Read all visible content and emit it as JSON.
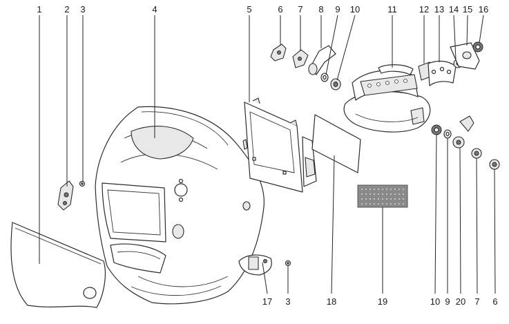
{
  "figure": {
    "callouts_top": [
      "1",
      "2",
      "3",
      "4",
      "5",
      "6",
      "7",
      "8",
      "9",
      "10",
      "11",
      "12",
      "13",
      "14",
      "15",
      "16"
    ],
    "callouts_bottom": [
      "17",
      "3",
      "18",
      "19",
      "10",
      "9",
      "20",
      "7",
      "6"
    ]
  }
}
